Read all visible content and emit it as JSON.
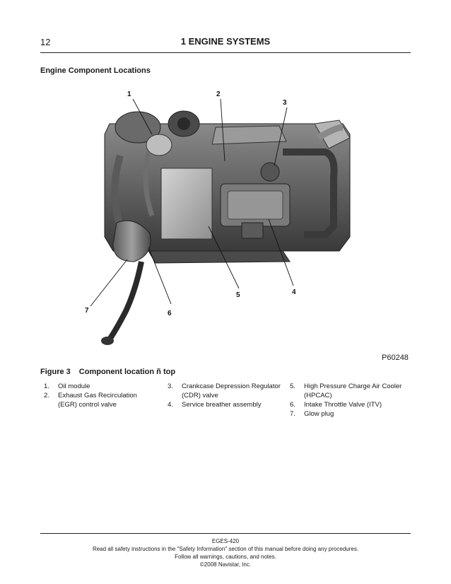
{
  "header": {
    "page_number": "12",
    "chapter_title": "1 ENGINE SYSTEMS"
  },
  "section_title": "Engine Component Locations",
  "figure": {
    "code": "P60248",
    "callouts": [
      "1",
      "2",
      "3",
      "4",
      "5",
      "6",
      "7"
    ]
  },
  "caption": {
    "label": "Figure 3",
    "text": "Component location ñ top"
  },
  "legend": {
    "col1": [
      {
        "num": "1.",
        "text": "Oil module"
      },
      {
        "num": "2.",
        "text": "Exhaust Gas Recirculation (EGR) control valve"
      }
    ],
    "col2": [
      {
        "num": "3.",
        "text": "Crankcase Depression Regulator (CDR) valve"
      },
      {
        "num": "4.",
        "text": "Service breather assembly"
      }
    ],
    "col3": [
      {
        "num": "5.",
        "text": "High Pressure Charge Air Cooler (HPCAC)"
      },
      {
        "num": "6.",
        "text": "Intake Throttle Valve (ITV)"
      },
      {
        "num": "7.",
        "text": "Glow plug"
      }
    ]
  },
  "footer": {
    "doc_id": "EGES-420",
    "line1": "Read all safety instructions in the \"Safety Information\" section of this manual before doing any procedures.",
    "line2": "Follow all warnings, cautions, and notes.",
    "copyright": "©2008 Navistar, Inc."
  }
}
